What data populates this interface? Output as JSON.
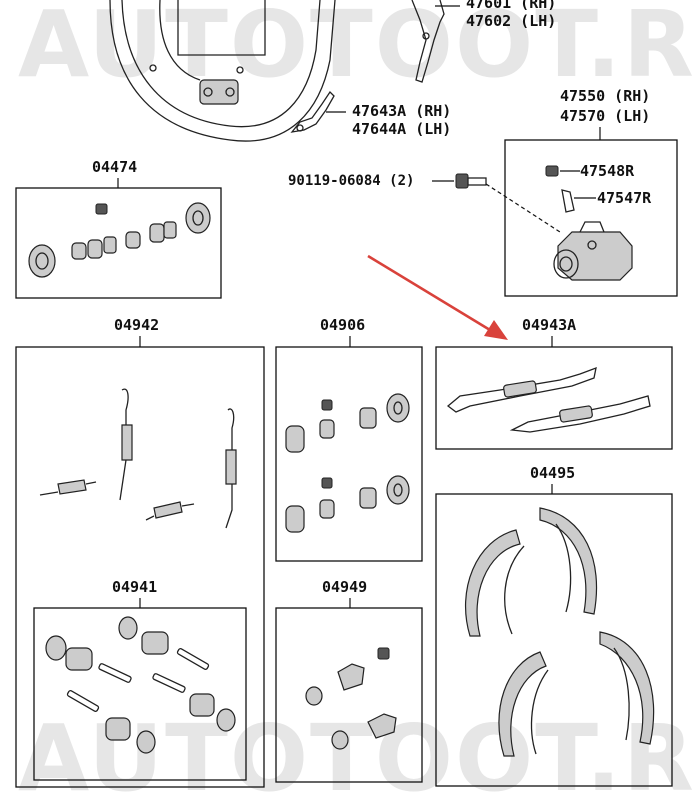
{
  "watermark": {
    "top": "AUTOTOOT.RU",
    "bottom": "AUTOTOOT.RU"
  },
  "colors": {
    "arrow": "#d9423b",
    "line": "#111111",
    "watermark": "#e6e6e6"
  },
  "callouts": {
    "p47601": "47601 (RH)",
    "p47602": "47602 (LH)",
    "p47643a": "47643A (RH)",
    "p47644a": "47644A (LH)",
    "p47550": "47550 (RH)",
    "p47570": "47570 (LH)",
    "p90119": "90119-06084 (2)",
    "p47548r": "47548R",
    "p47547r": "47547R"
  },
  "kits": {
    "k04474": "04474",
    "k04942": "04942",
    "k04906": "04906",
    "k04943a": "04943A",
    "k04495": "04495",
    "k04941": "04941",
    "k04949": "04949"
  }
}
